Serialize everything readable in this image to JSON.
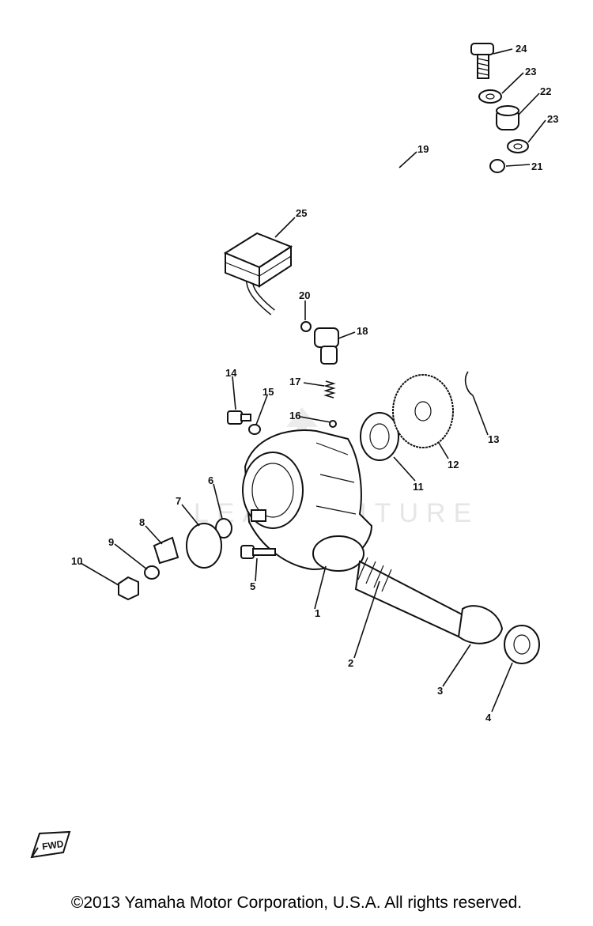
{
  "watermark": "LEADVENTURE",
  "fwd_label": "FWD",
  "copyright": "©2013 Yamaha Motor Corporation, U.S.A. All rights reserved.",
  "callouts": [
    "1",
    "2",
    "3",
    "4",
    "5",
    "6",
    "7",
    "8",
    "9",
    "10",
    "11",
    "12",
    "13",
    "14",
    "15",
    "16",
    "17",
    "18",
    "19",
    "20",
    "21",
    "22",
    "23",
    "23",
    "24",
    "25"
  ]
}
